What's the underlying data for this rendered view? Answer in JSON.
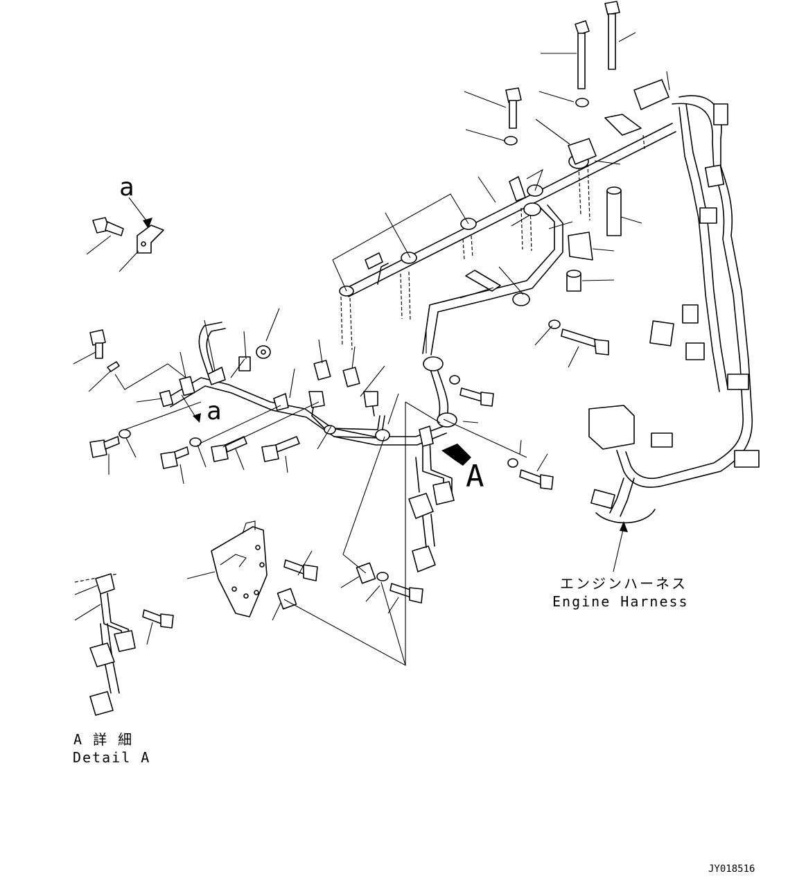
{
  "labels": {
    "view_a_arrow_letter": "A",
    "section_a_top": "a",
    "section_a_mid": "a",
    "engine_harness_jp": "エンジンハーネス",
    "engine_harness_en": "Engine Harness",
    "detail_a_jp": "A 詳 細",
    "detail_a_en": "Detail A",
    "drawing_number": "JY018516"
  }
}
